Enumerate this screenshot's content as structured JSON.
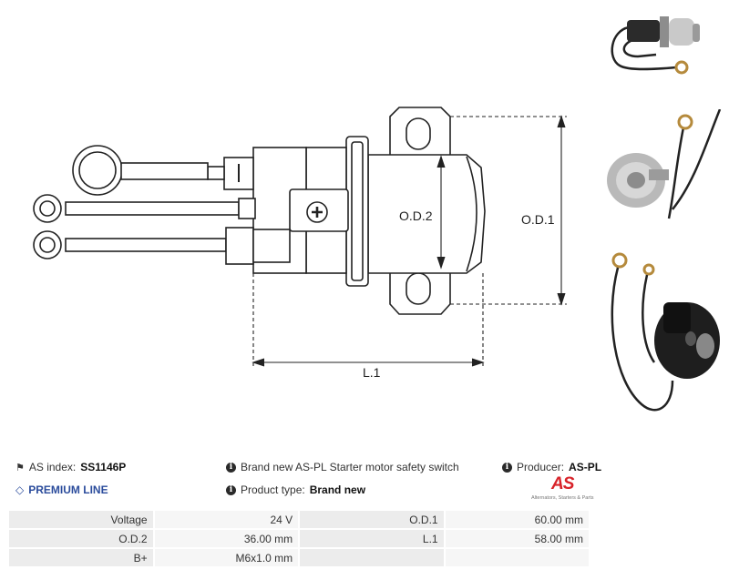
{
  "drawing": {
    "dim_od2": "O.D.2",
    "dim_od1": "O.D.1",
    "dim_l1": "L.1"
  },
  "info": {
    "as_index_label": "AS index:",
    "as_index_value": "SS1146P",
    "premium_label": "PREMIUM LINE",
    "description": "Brand new AS-PL Starter motor safety switch",
    "product_type_label": "Product type:",
    "product_type_value": "Brand new",
    "producer_label": "Producer:",
    "producer_value": "AS-PL"
  },
  "logo": {
    "mark": "AS",
    "tagline": "Alternators, Starters & Parts"
  },
  "params": [
    {
      "k1": "Voltage",
      "v1": "24 V",
      "k2": "O.D.1",
      "v2": "60.00 mm"
    },
    {
      "k1": "O.D.2",
      "v1": "36.00 mm",
      "k2": "L.1",
      "v2": "58.00 mm"
    },
    {
      "k1": "B+",
      "v1": "M6x1.0 mm",
      "k2": "",
      "v2": ""
    }
  ],
  "colors": {
    "accent_blue": "#2b4c9c",
    "logo_red": "#d8232a",
    "table_key_bg": "#ececec",
    "table_val_bg": "#f6f6f6"
  }
}
